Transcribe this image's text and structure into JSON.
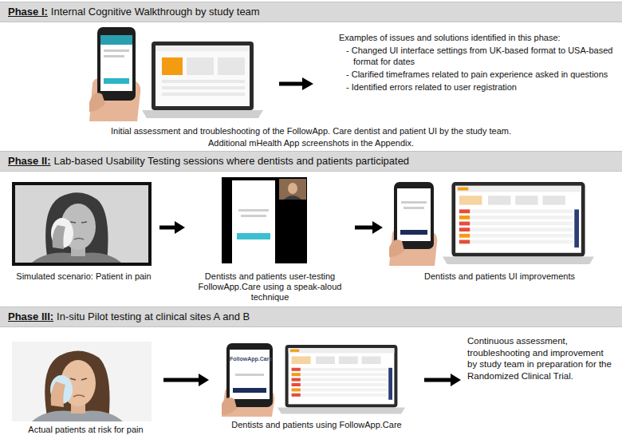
{
  "diagram": {
    "nodes": [
      {
        "text": [
          "Phase I:",
          "Internal Cognitive Walkthrough by study team"
        ]
      },
      {
        "text": [
          "Phase II:",
          "Lab-based Usability Testing sessions where dentists and patients participated"
        ]
      },
      {
        "text": [
          "Simulated scenario: Patient in pain"
        ]
      },
      {
        "text": [
          "Dentists and patients user-testing FollowApp.Care using a speak-aloud technique"
        ]
      },
      {
        "text": [
          "Dentists and patients UI improvements"
        ]
      },
      {
        "text": [
          "Phase III:",
          "In-situ Pilot testing at clinical sites A and B"
        ]
      },
      {
        "text": [
          "Actual patients at risk for pain"
        ]
      },
      {
        "text": [
          "Dentists and patients using FollowApp.Care"
        ]
      },
      {
        "text": [
          "Continuous assessment, troubleshooting and improvement by study team in preparation for the Randomized Clinical Trial."
        ]
      }
    ],
    "edges": [
      {
        "from": 2,
        "to": 3,
        "arrow": "to"
      },
      {
        "from": 3,
        "to": 4,
        "arrow": "to"
      },
      {
        "from": 6,
        "to": 7,
        "arrow": "to"
      },
      {
        "from": 7,
        "to": 8,
        "arrow": "to"
      }
    ],
    "labels": [
      "Examples of issues and solutions identified in this phase:",
      "- Changed UI interface settings from UK-based format to USA-based format for dates",
      "- Clarified timeframes related to pain experience asked in questions",
      "- Identified errors related to user registration",
      "Initial assessment and troubleshooting of the FollowApp. Care dentist and patient UI by the study team.",
      "Additional mHealth App screenshots in the Appendix.",
      "FollowApp.Care"
    ]
  }
}
